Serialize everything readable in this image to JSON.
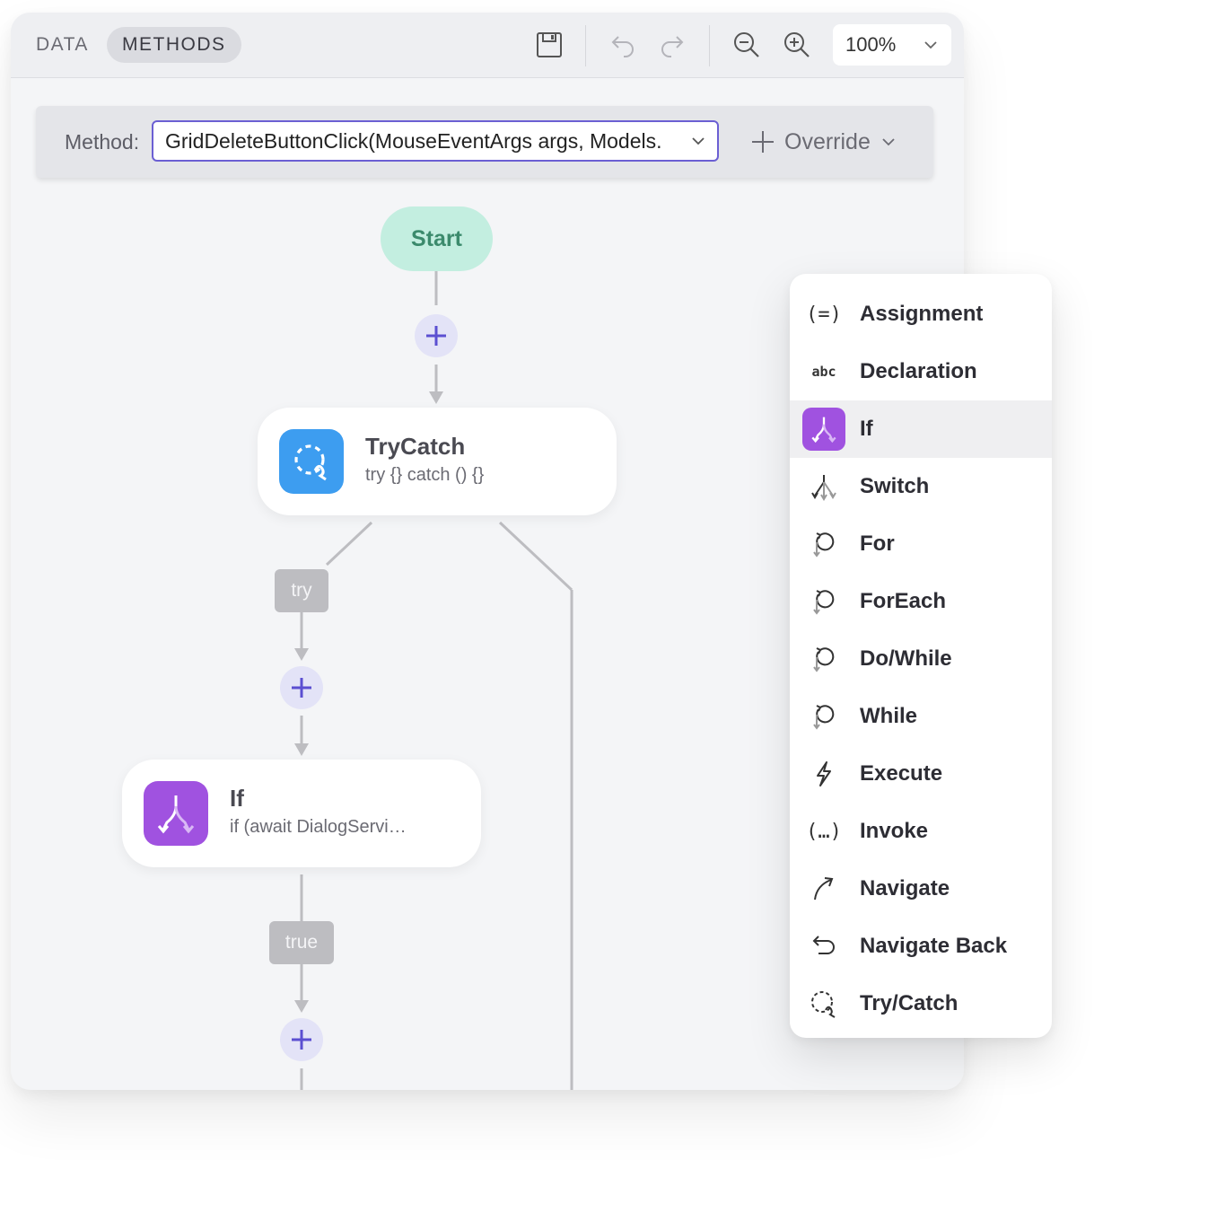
{
  "toolbar": {
    "tabs": [
      {
        "label": "DATA",
        "active": false
      },
      {
        "label": "METHODS",
        "active": true
      }
    ],
    "icons": [
      "save-icon",
      "undo-icon",
      "redo-icon",
      "zoom-out-icon",
      "zoom-in-icon"
    ],
    "zoom": "100%"
  },
  "method_bar": {
    "label": "Method:",
    "selected": "GridDeleteButtonClick(MouseEventArgs args, Models.",
    "override_label": "Override"
  },
  "flow": {
    "start": "Start",
    "trycatch": {
      "title": "TryCatch",
      "subtitle": "try {} catch () {}"
    },
    "try_label": "try",
    "if_node": {
      "title": "If",
      "subtitle": "if (await DialogServi…"
    },
    "true_label": "true"
  },
  "menu": {
    "items": [
      {
        "label": "Assignment",
        "icon": "assignment-icon",
        "glyph": "(=)"
      },
      {
        "label": "Declaration",
        "icon": "declaration-icon",
        "glyph": "abc"
      },
      {
        "label": "If",
        "icon": "if-icon",
        "active": true
      },
      {
        "label": "Switch",
        "icon": "switch-icon"
      },
      {
        "label": "For",
        "icon": "loop-icon"
      },
      {
        "label": "ForEach",
        "icon": "loop-icon"
      },
      {
        "label": "Do/While",
        "icon": "loop-icon"
      },
      {
        "label": "While",
        "icon": "loop-icon"
      },
      {
        "label": "Execute",
        "icon": "lightning-icon"
      },
      {
        "label": "Invoke",
        "icon": "invoke-icon",
        "glyph": "(…)"
      },
      {
        "label": "Navigate",
        "icon": "navigate-icon"
      },
      {
        "label": "Navigate Back",
        "icon": "navigate-back-icon"
      },
      {
        "label": "Try/Catch",
        "icon": "trycatch-icon"
      }
    ]
  },
  "colors": {
    "accent": "#5b4fd1",
    "start_bg": "#c3eee0",
    "start_text": "#3b8a6c",
    "trycatch_tile": "#3d9df0",
    "if_tile": "#a052e0",
    "connector": "#bdbdc1"
  }
}
